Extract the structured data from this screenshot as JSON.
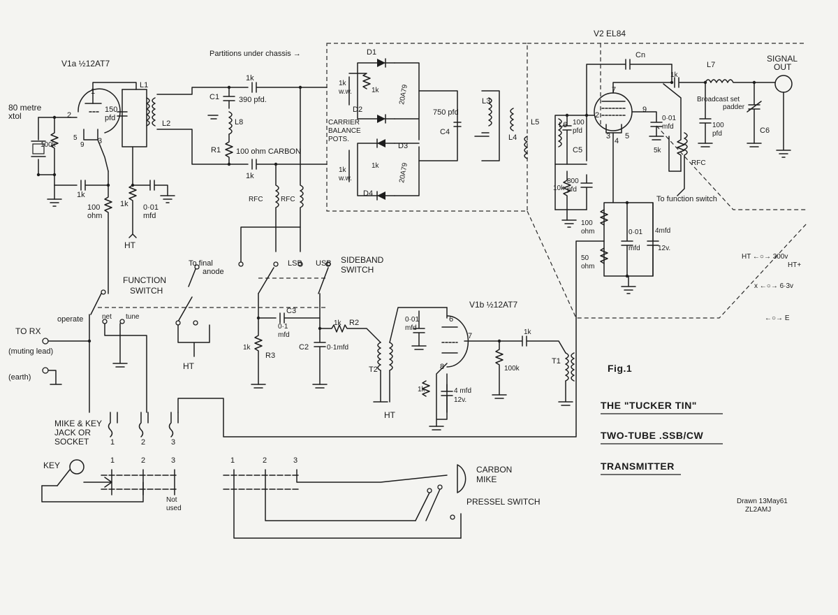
{
  "labels": {
    "v1a": "V1a ½12AT7",
    "v1b": "V1b ½12AT7",
    "v2": "V2 EL84",
    "xtal": "80 metre\nxtal",
    "partitions": "Partitions under chassis →",
    "carrier_balance": "CARRIER\nBALANCE\nPOTS.",
    "c1": "C1",
    "c1_val": "390 pfd.",
    "c2": "C2",
    "c2_val": "0·1mfd",
    "c3": "C3",
    "c3_val": "0·1\nmfd",
    "c4": "C4",
    "c5": "C5",
    "c6": "C6",
    "cn": "Cn",
    "l1": "L1",
    "l2": "L2",
    "l3": "L3",
    "l4": "L4",
    "l5": "L5",
    "l6": "L6",
    "l7": "L7",
    "l8": "L8",
    "r1": "R1",
    "r1_val": "100 ohm CARBON",
    "r2": "R2",
    "r3": "R3",
    "d1": "D1",
    "d2": "D2",
    "d3": "D3",
    "d4": "D4",
    "diode_type_a": "20A79",
    "diode_type_b": "20A79",
    "cap150": "150\npfd",
    "cap750": "750  pfd",
    "cap100a": "100\npfd",
    "cap100b": "100\npfd",
    "cap800": "800\npfd",
    "cap001_osc": "0·01\nmfd",
    "cap001_v1b": "0·01\nmfd",
    "cap001_v2": "0·01\nmfd",
    "cap001_cath": "0·01\nmfd",
    "cap4_v1b": "4 mfd\n12v.",
    "cap4_v2": "4mfd\n12v.",
    "res100k_a": "100k",
    "res100k_b": "100k",
    "res1k_osc_grid": "1k",
    "res1k_osc_plate": "1k",
    "res100ohm": "100\nohm",
    "res1k_bal1": "1k\nw.w.",
    "res1k_bal2": "1k\nw.w.",
    "res1k_d1": "1k",
    "res1k_d2": "1k",
    "res1k_top": "1k",
    "res1k_bottom": "1k",
    "res1k_c3": "1k",
    "res1k_cath": "1k",
    "res1k_v1b_out": "1k",
    "res1k_v2_out": "1k",
    "res10k": "10k",
    "res5k": "5k",
    "res100ohm_v2": "100\nohm",
    "res50ohm": "50\nohm",
    "rfc1": "RFC",
    "rfc2": "RFC",
    "rfc3": "RFC",
    "ht1": "HT",
    "ht2": "HT",
    "ht3": "HT",
    "function_switch": "FUNCTION\nSWITCH",
    "to_final_anode": "To final\nanode",
    "operate": "operate",
    "net": "net",
    "tune": "tune",
    "lsb": "LSB",
    "usb": "USB",
    "sideband_switch": "SIDEBAND\nSWITCH",
    "to_rx": "TO RX",
    "muting_lead": "(muting lead)",
    "earth": "(earth)",
    "mike_key_jack": "MIKE & KEY\nJACK OR\nSOCKET",
    "key": "KEY",
    "not_used": "Not\nused",
    "carbon_mike": "CARBON\nMIKE",
    "pressel_switch": "PRESSEL SWITCH",
    "t1": "T1",
    "t2": "T2",
    "to_function_switch": "To function switch",
    "broadcast_padder": "Broadcast set\npadder",
    "signal_out": "SIGNAL\nOUT",
    "ht_300v": "HT ←○→ 300v\nHT+",
    "x_63v": "x ←○→ 6·3v",
    "e_label": "←○→ E",
    "pin1": "1",
    "pin2": "2",
    "pin3": "3",
    "fig": "Fig.1",
    "title_1": "THE \"TUCKER TIN\"",
    "title_2": "TWO-TUBE .SSB/CW",
    "title_3": "TRANSMITTER",
    "drawn": "Drawn 13May61\nZL2AMJ"
  }
}
